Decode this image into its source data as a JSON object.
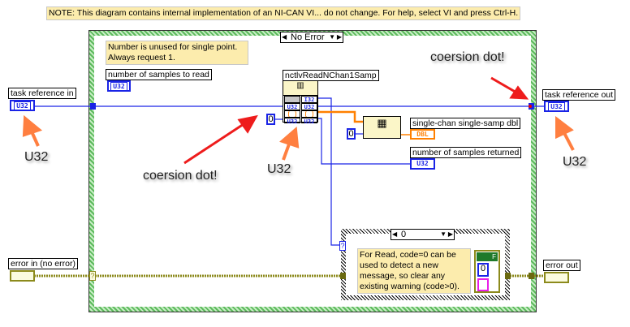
{
  "note": "NOTE: This diagram contains internal implementation of an NI-CAN VI... do not change.  For help, select VI and press Ctrl-H.",
  "case_structure": {
    "selector": "No Error"
  },
  "comment_samples": "Number is unused for single point. Always request 1.",
  "controls": {
    "samples_to_read": {
      "label": "number of samples to read",
      "type": "U32"
    },
    "task_ref_in": {
      "label": "task reference in",
      "type": "U32"
    },
    "error_in": {
      "label": "error in (no error)"
    }
  },
  "indicators": {
    "task_ref_out": {
      "label": "task reference out",
      "type": "U32"
    },
    "single_samp_dbl": {
      "label": "single-chan single-samp dbl",
      "type": "DBL"
    },
    "samples_returned": {
      "label": "number of samples returned",
      "type": "U32"
    },
    "error_out": {
      "label": "error out"
    }
  },
  "subvi": {
    "label": "nctlvReadNChan1Samp",
    "terminals_left": [
      "",
      "U32",
      "[ ]",
      "U32"
    ],
    "terminals_right": [
      "I32",
      "U32",
      "[ ]",
      "U32"
    ]
  },
  "constants": {
    "count": "0",
    "index": "0",
    "cluster_code": "0"
  },
  "inner_case": {
    "selector": "0",
    "unknown_tunnel": "?",
    "comment": "For Read, code=0 can be used to detect a new message, so clear any existing warning (code>0).",
    "bool_const": "F"
  },
  "error_tunnel": "?",
  "annotations": {
    "coersion_top": "coersion dot!",
    "coersion_bottom": "coersion dot!",
    "u32_left": "U32",
    "u32_mid": "U32",
    "u32_right": "U32"
  },
  "colors": {
    "u32_wire": "#1a24e6",
    "dbl_wire": "#ff8000",
    "error_wire": "#8c8a1c",
    "structure": "#9fd89a",
    "arrow_red": "#ee1c1c",
    "arrow_orange": "#ff7f40"
  }
}
